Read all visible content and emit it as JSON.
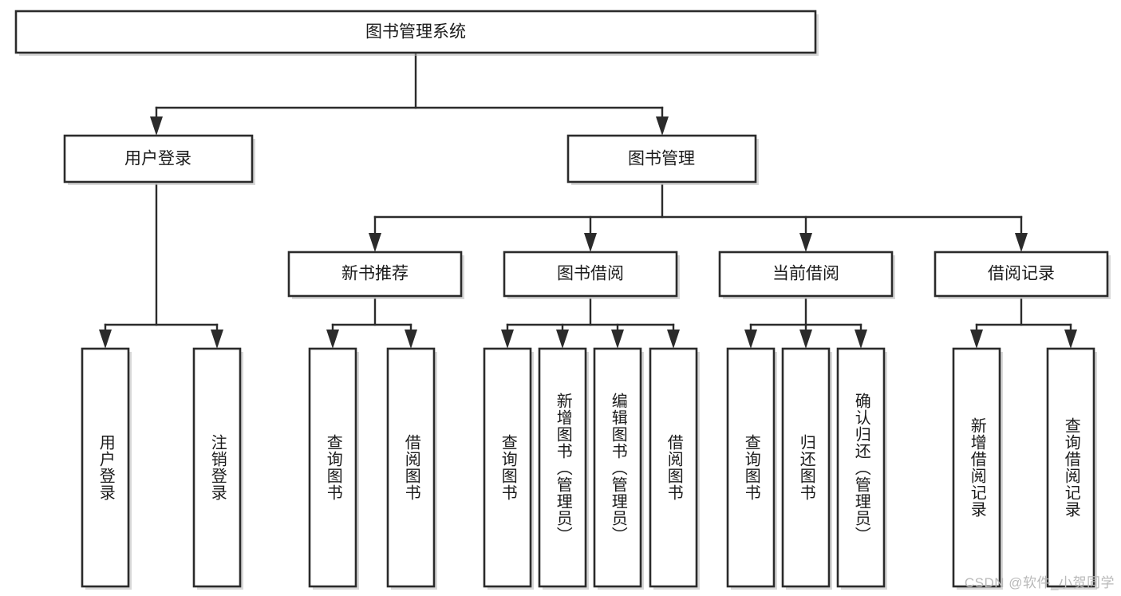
{
  "diagram": {
    "type": "tree-hierarchy",
    "title": "图书管理系统",
    "root": {
      "id": "root",
      "label": "图书管理系统",
      "orientation": "horizontal"
    },
    "level1": [
      {
        "id": "user-login",
        "label": "用户登录",
        "orientation": "horizontal"
      },
      {
        "id": "book-management",
        "label": "图书管理",
        "orientation": "horizontal"
      }
    ],
    "level2": [
      {
        "id": "new-book-recommend",
        "label": "新书推荐",
        "orientation": "horizontal",
        "parent": "book-management"
      },
      {
        "id": "book-borrow",
        "label": "图书借阅",
        "orientation": "horizontal",
        "parent": "book-management"
      },
      {
        "id": "current-borrow",
        "label": "当前借阅",
        "orientation": "horizontal",
        "parent": "book-management"
      },
      {
        "id": "borrow-record",
        "label": "借阅记录",
        "orientation": "horizontal",
        "parent": "book-management"
      }
    ],
    "leaves": [
      {
        "id": "leaf-user-login",
        "label": "用户登录",
        "orientation": "vertical",
        "parent": "user-login"
      },
      {
        "id": "leaf-logout",
        "label": "注销登录",
        "orientation": "vertical",
        "parent": "user-login"
      },
      {
        "id": "leaf-query-book-1",
        "label": "查询图书",
        "orientation": "vertical",
        "parent": "new-book-recommend"
      },
      {
        "id": "leaf-borrow-book-1",
        "label": "借阅图书",
        "orientation": "vertical",
        "parent": "new-book-recommend"
      },
      {
        "id": "leaf-query-book-2",
        "label": "查询图书",
        "orientation": "vertical",
        "parent": "book-borrow"
      },
      {
        "id": "leaf-add-book",
        "label": "新增图书（管理员）",
        "orientation": "vertical",
        "parent": "book-borrow"
      },
      {
        "id": "leaf-edit-book",
        "label": "编辑图书（管理员）",
        "orientation": "vertical",
        "parent": "book-borrow"
      },
      {
        "id": "leaf-borrow-book-2",
        "label": "借阅图书",
        "orientation": "vertical",
        "parent": "book-borrow"
      },
      {
        "id": "leaf-query-book-3",
        "label": "查询图书",
        "orientation": "vertical",
        "parent": "current-borrow"
      },
      {
        "id": "leaf-return-book",
        "label": "归还图书",
        "orientation": "vertical",
        "parent": "current-borrow"
      },
      {
        "id": "leaf-confirm-return",
        "label": "确认归还（管理员）",
        "orientation": "vertical",
        "parent": "current-borrow"
      },
      {
        "id": "leaf-add-record",
        "label": "新增借阅记录",
        "orientation": "vertical",
        "parent": "borrow-record"
      },
      {
        "id": "leaf-query-record",
        "label": "查询借阅记录",
        "orientation": "vertical",
        "parent": "borrow-record"
      }
    ],
    "colors": {
      "box_stroke": "#2b2b2b",
      "box_fill": "#ffffff",
      "connector": "#2b2b2b",
      "text": "#1b1b1b",
      "background": "#ffffff",
      "watermark": "#b9b9b9"
    }
  },
  "watermark": {
    "text": "CSDN @软件_小贺同学"
  }
}
